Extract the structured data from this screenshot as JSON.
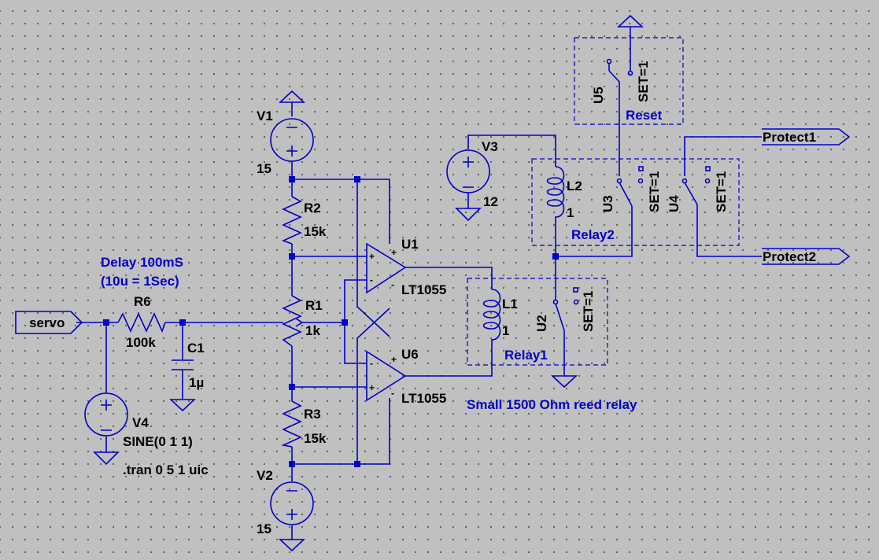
{
  "components": {
    "v1": {
      "name": "V1",
      "value": "15"
    },
    "v2": {
      "name": "V2",
      "value": "15"
    },
    "v3": {
      "name": "V3",
      "value": "12"
    },
    "v4": {
      "name": "V4",
      "value": "SINE(0 1 1)"
    },
    "r1": {
      "name": "R1",
      "value": "1k"
    },
    "r2": {
      "name": "R2",
      "value": "15k"
    },
    "r3": {
      "name": "R3",
      "value": "15k"
    },
    "r6": {
      "name": "R6",
      "value": "100k"
    },
    "c1": {
      "name": "C1",
      "value": "1µ"
    },
    "l1": {
      "name": "L1",
      "value": "1"
    },
    "l2": {
      "name": "L2",
      "value": "1"
    },
    "u1": {
      "name": "U1",
      "value": "LT1055"
    },
    "u6": {
      "name": "U6",
      "value": "LT1055"
    },
    "u2": {
      "name": "U2",
      "value": "SET=1"
    },
    "u3": {
      "name": "U3",
      "value": "SET=1"
    },
    "u4": {
      "name": "U4",
      "value": "SET=1"
    },
    "u5": {
      "name": "U5",
      "value": "SET=1"
    }
  },
  "ports": {
    "servo": "servo",
    "protect1": "Protect1",
    "protect2": "Protect2"
  },
  "annotations": {
    "delay1": "Delay 100mS",
    "delay2": "(10u = 1Sec)",
    "relay1": "Relay1",
    "relay2": "Relay2",
    "reset": "Reset",
    "reed": "Small 1500 Ohm reed relay",
    "tran": ".tran 0 5 1 uic"
  },
  "op_pins": {
    "plus": "+",
    "minus": "-"
  },
  "colors": {
    "wire": "#0000c8",
    "background": "#c0c0c0",
    "text": "#000000",
    "comment": "#0000c8"
  }
}
